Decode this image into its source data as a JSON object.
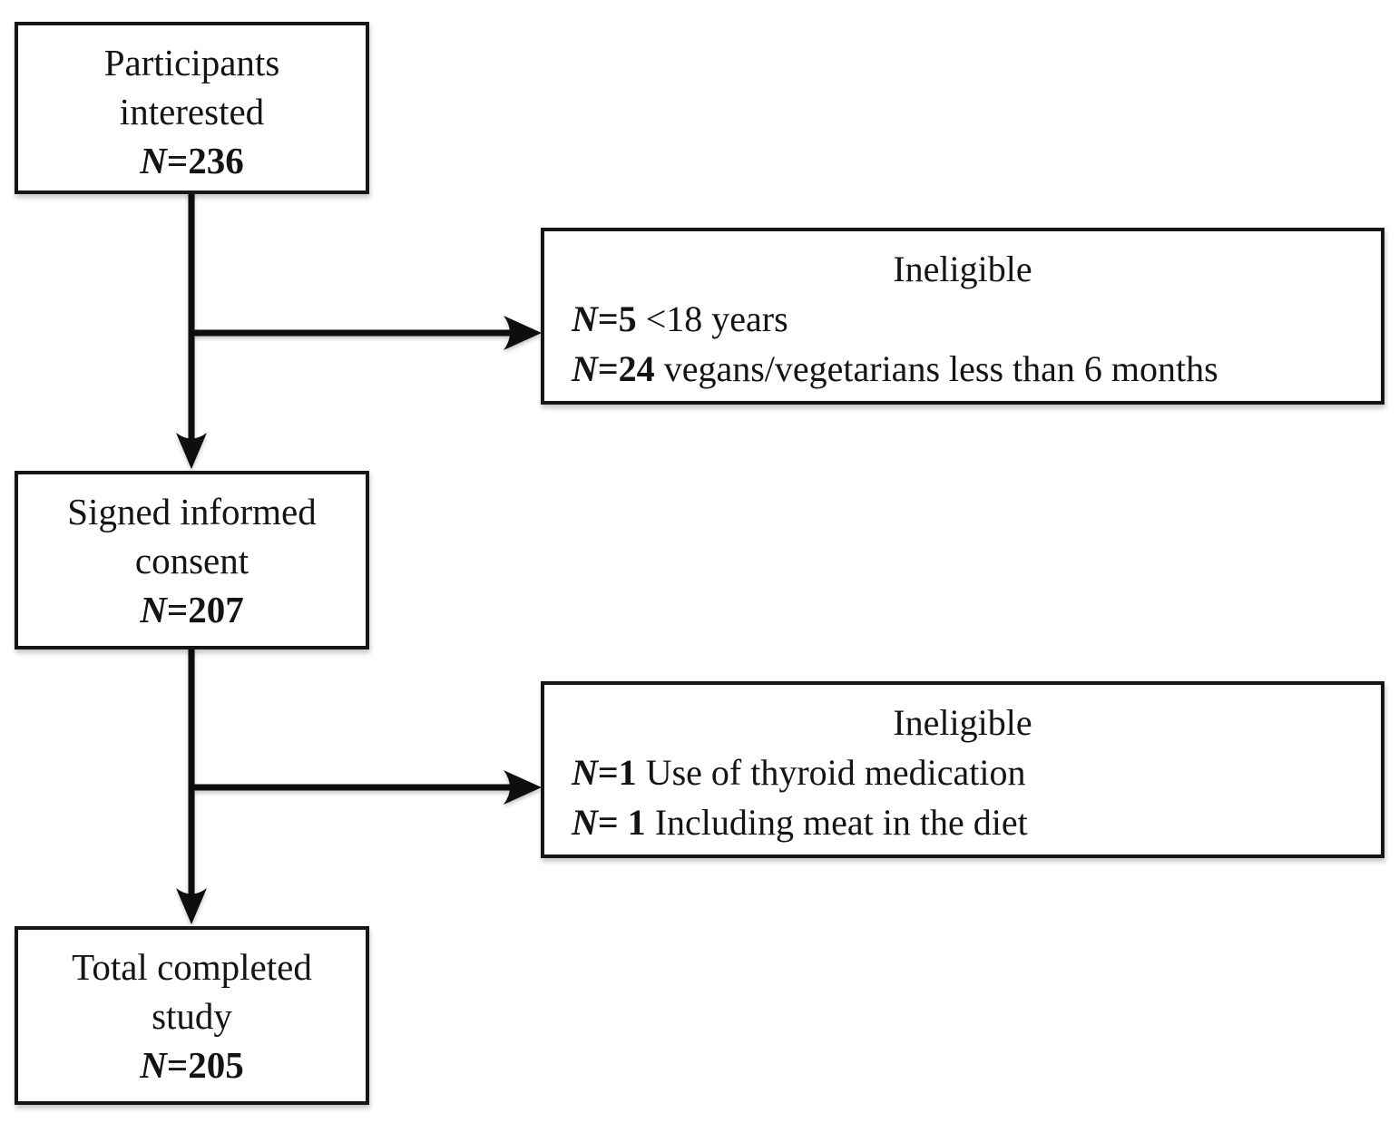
{
  "diagram": {
    "kind": "participant-flow-diagram",
    "colors": {
      "ink": "#141414",
      "background": "#ffffff"
    },
    "boxes": {
      "participants": {
        "lines": [
          "Participants",
          "interested"
        ],
        "n": "N",
        "count": "=236"
      },
      "ineligible_screening": {
        "title": "Ineligible",
        "items": [
          {
            "n": "N",
            "count": "=5",
            "reason": " <18 years"
          },
          {
            "n": "N",
            "count": "=24",
            "reason": " vegans/vegetarians less than 6 months"
          }
        ]
      },
      "consent": {
        "lines": [
          "Signed informed",
          "consent"
        ],
        "n": "N",
        "count": "=207"
      },
      "ineligible_enrolled": {
        "title": "Ineligible",
        "items": [
          {
            "n": "N",
            "count": "=1",
            "reason": " Use of thyroid medication"
          },
          {
            "n": "N",
            "count": "= 1",
            "reason": " Including meat in the diet"
          }
        ]
      },
      "completed": {
        "lines": [
          "Total completed",
          "study"
        ],
        "n": "N",
        "count": "=205"
      }
    },
    "connectors": [
      {
        "from": "participants",
        "to": "consent",
        "type": "arrow-down"
      },
      {
        "from": "participants",
        "to": "ineligible_screening",
        "type": "arrow-right"
      },
      {
        "from": "consent",
        "to": "completed",
        "type": "arrow-down"
      },
      {
        "from": "consent",
        "to": "ineligible_enrolled",
        "type": "arrow-right"
      }
    ]
  }
}
